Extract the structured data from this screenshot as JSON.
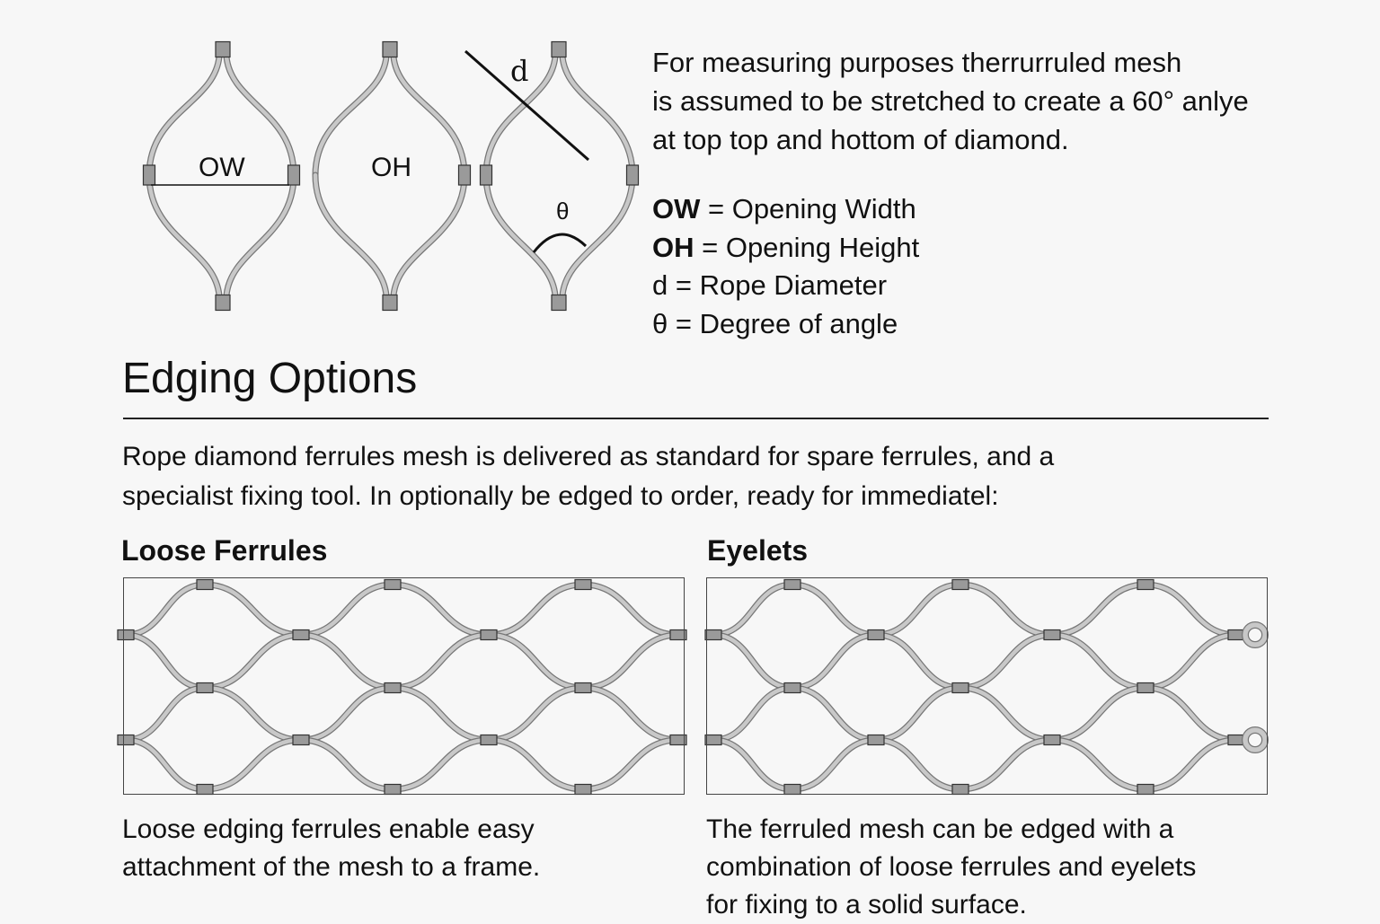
{
  "diagram": {
    "labels": {
      "ow": "OW",
      "oh": "OH",
      "d": "d",
      "theta": "θ"
    },
    "colors": {
      "rope": "#c8c8c8",
      "rope_edge": "#777777",
      "ferrule": "#9a9a9a",
      "text": "#111111"
    }
  },
  "intro": {
    "lines": [
      "For measuring purposes therrurruled mesh",
      "is assumed to be stretched to create a 60° anlye",
      "at top top and hottom of diamond."
    ]
  },
  "legend": [
    {
      "key": "OW",
      "desc": " = Opening Width"
    },
    {
      "key": "OH",
      "desc": " = Opening Height"
    },
    {
      "key": "d",
      "desc": " = Rope Diameter"
    },
    {
      "key": "θ",
      "desc": " = Degree of angle"
    }
  ],
  "section": {
    "title": "Edging Options",
    "paragraph": [
      "Rope diamond ferrules mesh is delivered as standard for spare ferrules, and a",
      "specialist fixing tool. In optionally be edged to order, ready for immediatel:"
    ]
  },
  "options": [
    {
      "title": "Loose Ferrules",
      "caption": [
        "Loose edging ferrules enable easy",
        "attachment of the mesh to a frame."
      ]
    },
    {
      "title": "Eyelets",
      "caption": [
        "The ferruled mesh can be edged with a",
        "combination of loose ferrules and eyelets",
        "for fixing to a solid surface."
      ]
    }
  ]
}
